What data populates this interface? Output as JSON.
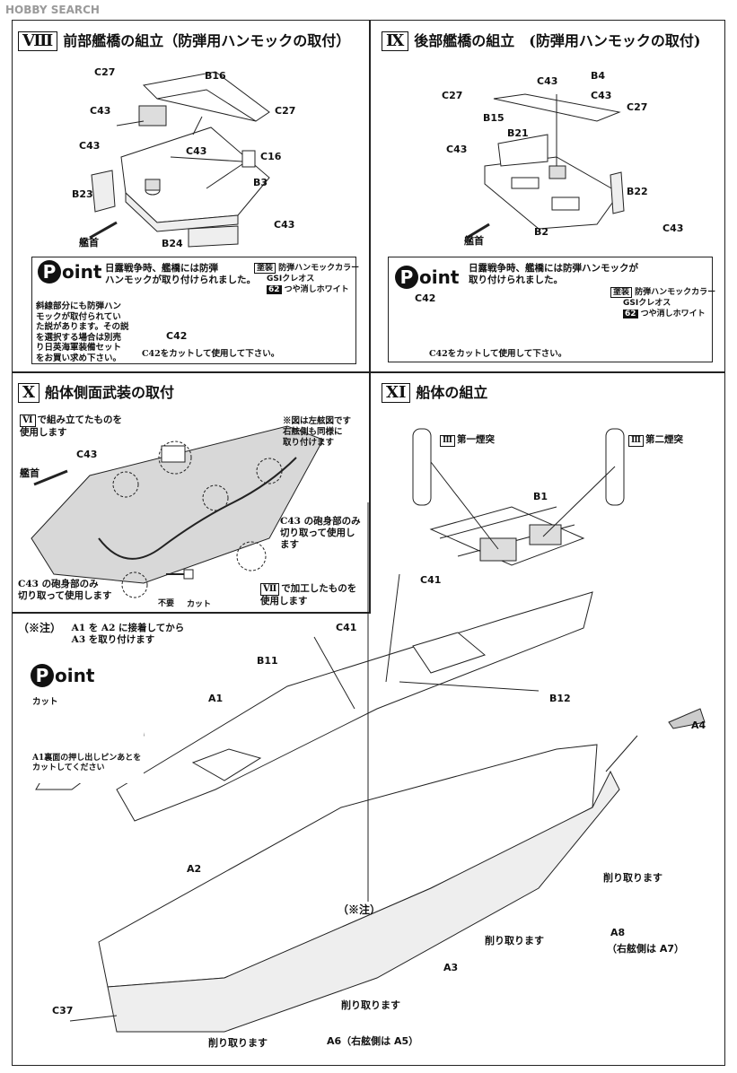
{
  "header": {
    "watermark": "HOBBY SEARCH"
  },
  "sections": {
    "s8": {
      "roman": "Ⅷ",
      "title": "前部艦橋の組立（防弾用ハンモックの取付）"
    },
    "s9": {
      "roman": "Ⅸ",
      "title": "後部艦橋の組立　(防弾用ハンモックの取付)"
    },
    "s10": {
      "roman": "X",
      "title": "船体側面武装の取付"
    },
    "s11": {
      "roman": "XI",
      "title": "船体の組立"
    }
  },
  "s8_parts": {
    "c27a": "C27",
    "b16": "B16",
    "c43a": "C43",
    "c27b": "C27",
    "c43b": "C43",
    "c43c": "C43",
    "c16": "C16",
    "b3": "B3",
    "b23": "B23",
    "c43d": "C43",
    "bow": "艦首",
    "b24": "B24"
  },
  "s9_parts": {
    "c43a": "C43",
    "b4": "B4",
    "c27a": "C27",
    "c43b": "C43",
    "c27b": "C27",
    "b15": "B15",
    "b21": "B21",
    "c43c": "C43",
    "b22": "B22",
    "bow": "艦首",
    "b2": "B2",
    "c43d": "C43"
  },
  "point_s8": {
    "badge": "oint",
    "text": "日露戦争時、艦橋には防弾\nハンモックが取り付けられました。",
    "paint_tag": "塗装",
    "paint_name": "防弾ハンモックカラー",
    "paint_brand": "GSIクレオス",
    "paint_num": "62",
    "paint_color": "つや消しホワイト",
    "side_note": "斜線部分にも防弾ハン\nモックが取付られてい\nた説があります。その説\nを選択する場合は別売\nり日英海軍装備セット\nをお買い求め下さい。",
    "c42": "C42",
    "cut_note": "C42をカットして使用して下さい。"
  },
  "point_s9": {
    "badge": "oint",
    "text": "日露戦争時、艦橋には防弾ハンモックが\n取り付けられました。",
    "paint_tag": "塗装",
    "paint_name": "防弾ハンモックカラー",
    "paint_brand": "GSIクレオス",
    "paint_num": "62",
    "paint_color": "つや消しホワイト",
    "c42": "C42",
    "cut_note": "C42をカットして使用して下さい。"
  },
  "s10": {
    "ref6_num": "Ⅵ",
    "ref6_text": "で組み立てたものを\n使用します",
    "fig_note": "※図は左舷図です\n右舷側も同様に\n取り付けます",
    "c43": "C43",
    "bow": "艦首",
    "c43_gun_note": "C43 の砲身部のみ\n切り取って使用し\nます",
    "c43_gun_note2": "C43 の砲身部のみ\n切り取って使用します",
    "unneeded": "不要",
    "cut": "カット",
    "ref7_num": "Ⅶ",
    "ref7_text": "で加工したものを\n使用します"
  },
  "s11": {
    "funnel1_num": "Ⅲ",
    "funnel1": "第一煙突",
    "funnel2_num": "Ⅲ",
    "funnel2": "第二煙突",
    "b1": "B1",
    "c41a": "C41",
    "c41b": "C41",
    "b11": "B11",
    "b12": "B12",
    "a1": "A1",
    "a4": "A4",
    "a2": "A2",
    "a3": "A3",
    "a8": "A8",
    "a8_note": "（右舷側は A7）",
    "a6": "A6（右舷側は A5）",
    "c37": "C37",
    "remove1": "削り取ります",
    "remove2": "削り取ります",
    "remove3": "削り取ります",
    "remove4": "削り取ります",
    "note_mark": "（※注）",
    "note_mark2": "（※注）",
    "note_text": "A1 を A2 に接着してから\nA3 を取り付けます",
    "point_badge": "oint",
    "point_cut": "カット",
    "point_text": "A1裏面の押し出しピンあとを\nカットしてください"
  }
}
